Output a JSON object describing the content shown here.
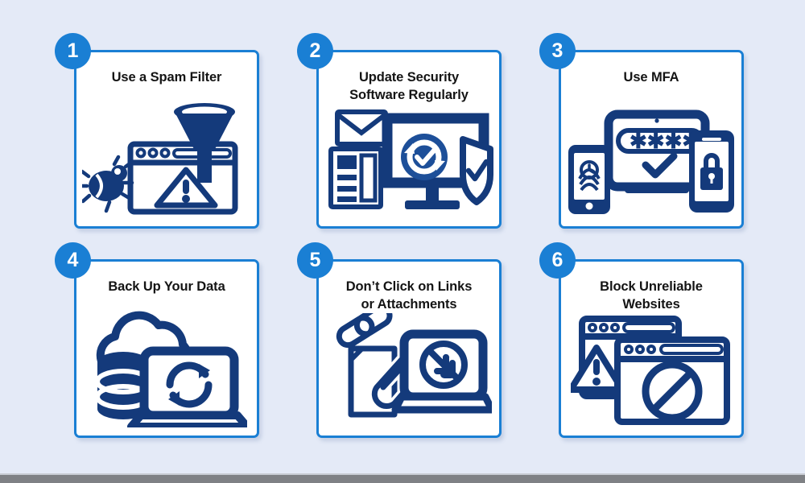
{
  "page": {
    "background_color": "#e4eaf7",
    "bottom_bar_color": "#7f8185"
  },
  "theme": {
    "badge_color": "#1a7fd4",
    "card_border_color": "#1a7fd4",
    "card_background": "#ffffff",
    "icon_color": "#143a7b",
    "title_color": "#141414"
  },
  "cards": [
    {
      "number": "1",
      "title": "Use a Spam Filter",
      "icons": [
        "bug-icon",
        "browser-window-icon",
        "funnel-icon",
        "warning-triangle-icon"
      ]
    },
    {
      "number": "2",
      "title": "Update Security\nSoftware Regularly",
      "icons": [
        "envelope-icon",
        "document-icon",
        "monitor-icon",
        "refresh-check-icon",
        "shield-check-icon"
      ]
    },
    {
      "number": "3",
      "title": "Use MFA",
      "icons": [
        "smartphone-fingerprint-icon",
        "laptop-password-icon",
        "asterisks-icon",
        "checkmark-icon",
        "smartphone-lock-icon"
      ]
    },
    {
      "number": "4",
      "title": "Back Up Your Data",
      "icons": [
        "cloud-icon",
        "database-icon",
        "laptop-sync-icon"
      ]
    },
    {
      "number": "5",
      "title": "Don’t Click on Links\nor Attachments",
      "icons": [
        "chain-link-icon",
        "document-icon",
        "paperclip-icon",
        "laptop-no-click-icon"
      ]
    },
    {
      "number": "6",
      "title": "Block Unreliable\nWebsites",
      "icons": [
        "warning-triangle-icon",
        "browser-window-icon",
        "browser-window-icon",
        "block-circle-icon"
      ]
    }
  ]
}
